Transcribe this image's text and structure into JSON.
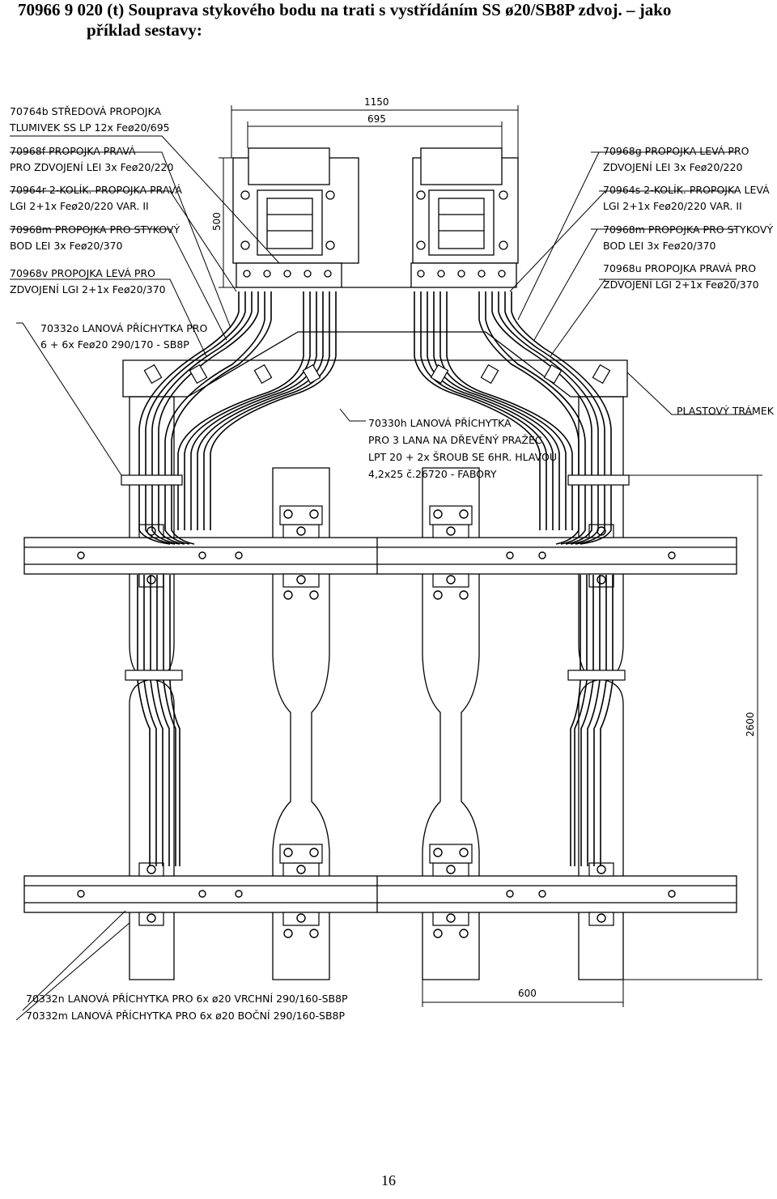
{
  "title": {
    "line1": "70966 9 020 (t) Souprava stykového bodu  na trati s vystřídáním  SS ø20/SB8P  zdvoj. – jako",
    "line2": "příklad sestavy:"
  },
  "labels": {
    "l1a": "70764b STŘEDOVÁ PROPOJKA",
    "l1b": "TLUMIVEK SS LP 12x Feø20/695",
    "l2a": "70968f PROPOJKA PRAVÁ",
    "l2b": "PRO ZDVOJENÍ LEI 3x Feø20/220",
    "l3a": "70964r 2-KOLÍK. PROPOJKA PRAVÁ",
    "l3b": "LGI 2+1x Feø20/220 VAR. II",
    "l4a": "70968m PROPOJKA  PRO STYKOVÝ",
    "l4b": "BOD LEI 3x Feø20/370",
    "l5a": "70968v PROPOJKA LEVÁ PRO",
    "l5b": "ZDVOJENÍ LGI 2+1x Feø20/370",
    "l6a": "70332o LANOVÁ PŘÍCHYTKA PRO",
    "l6b": "6 + 6x Feø20 290/170 - SB8P",
    "r1a": "70968g PROPOJKA LEVÁ PRO",
    "r1b": "ZDVOJENÍ LEI 3x Feø20/220",
    "r2a": "70964s 2-KOLÍK. PROPOJKA LEVÁ",
    "r2b": "LGI 2+1x Feø20/220 VAR. II",
    "r3a": "70968m PROPOJKA PRO  STYKOVÝ",
    "r3b": "BOD LEI 3x Feø20/370",
    "r4a": "70968u PROPOJKA PRAVÁ PRO",
    "r4b": "ZDVOJENÍ LGI 2+1x Feø20/370",
    "r5": "PLASTOVÝ TRÁMEK",
    "c1a": "70330h LANOVÁ PŘÍCHYTKA",
    "c1b": "PRO 3 LANA NA DŘEVĚNÝ PRAŽEC",
    "c1c": "LPT 20 + 2x ŠROUB SE 6HR. HLAVOU",
    "c1d": "4,2x25 č.26720 - FABORY",
    "b1": "70332n LANOVÁ PŘÍCHYTKA PRO 6x ø20 VRCHNÍ 290/160-SB8P",
    "b2": "70332m LANOVÁ PŘÍCHYTKA PRO 6x ø20 BOČNÍ 290/160-SB8P"
  },
  "dimensions": {
    "d1150": "1150",
    "d695": "695",
    "d500": "500",
    "d2600": "2600",
    "d600": "600"
  },
  "page_number": "16"
}
